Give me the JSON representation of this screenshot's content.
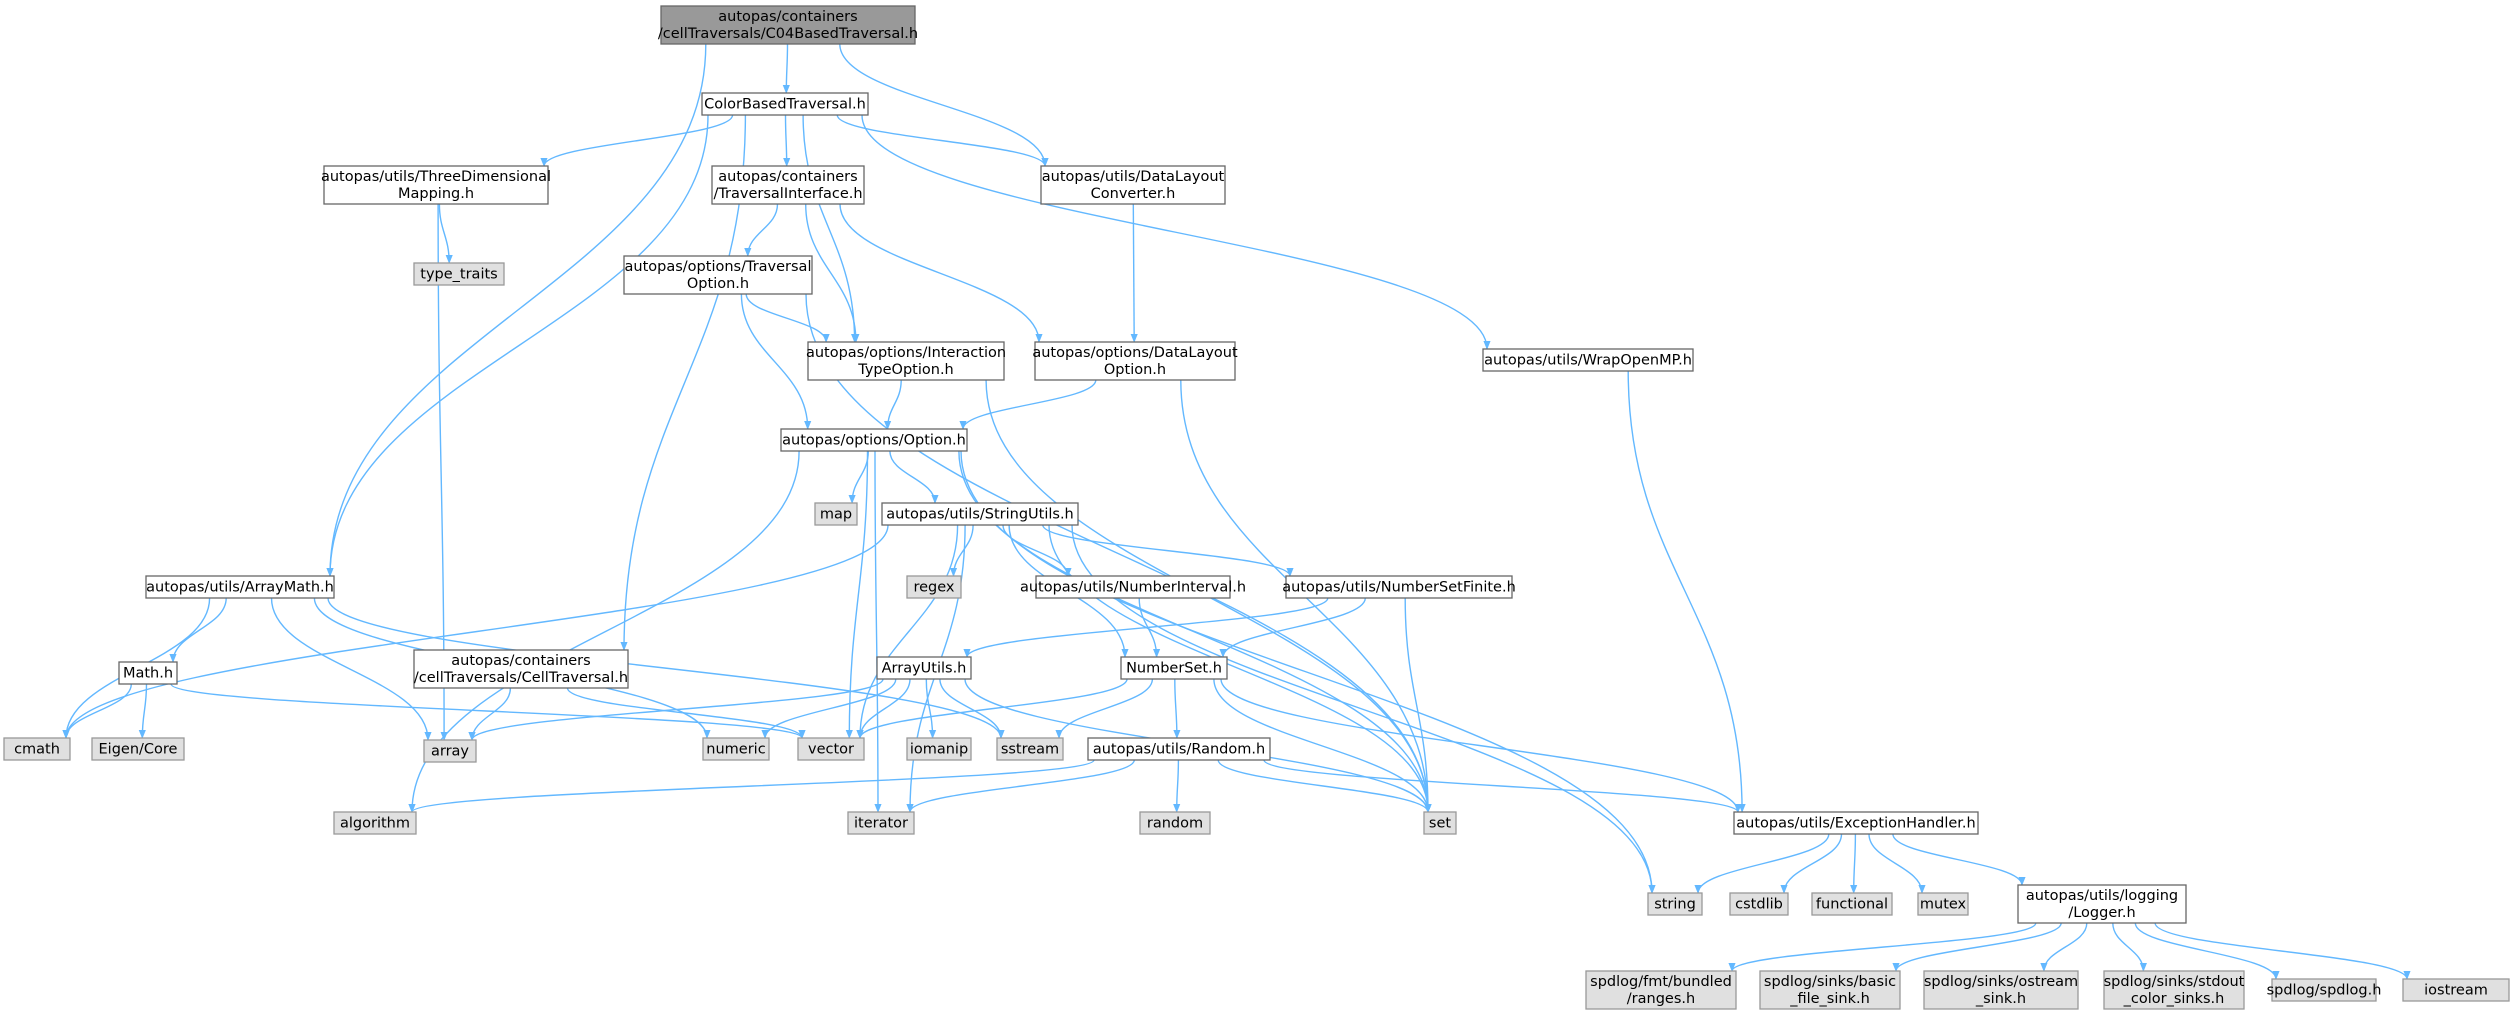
{
  "graph": {
    "nodes": [
      {
        "id": "root",
        "kind": "root",
        "lines": [
          "autopas/containers",
          "/cellTraversals/C04BasedTraversal.h"
        ]
      },
      {
        "id": "cbt",
        "kind": "file",
        "lines": [
          "ColorBasedTraversal.h"
        ]
      },
      {
        "id": "tdm",
        "kind": "file",
        "lines": [
          "autopas/utils/ThreeDimensional",
          "Mapping.h"
        ]
      },
      {
        "id": "ti",
        "kind": "file",
        "lines": [
          "autopas/containers",
          "/TraversalInterface.h"
        ]
      },
      {
        "id": "dlc",
        "kind": "file",
        "lines": [
          "autopas/utils/DataLayout",
          "Converter.h"
        ]
      },
      {
        "id": "tt",
        "kind": "sys",
        "lines": [
          "type_traits"
        ]
      },
      {
        "id": "tro",
        "kind": "file",
        "lines": [
          "autopas/options/Traversal",
          "Option.h"
        ]
      },
      {
        "id": "ito",
        "kind": "file",
        "lines": [
          "autopas/options/Interaction",
          "TypeOption.h"
        ]
      },
      {
        "id": "dlo",
        "kind": "file",
        "lines": [
          "autopas/options/DataLayout",
          "Option.h"
        ]
      },
      {
        "id": "womp",
        "kind": "file",
        "lines": [
          "autopas/utils/WrapOpenMP.h"
        ]
      },
      {
        "id": "opt",
        "kind": "file",
        "lines": [
          "autopas/options/Option.h"
        ]
      },
      {
        "id": "map",
        "kind": "sys",
        "lines": [
          "map"
        ]
      },
      {
        "id": "su",
        "kind": "file",
        "lines": [
          "autopas/utils/StringUtils.h"
        ]
      },
      {
        "id": "regex",
        "kind": "sys",
        "lines": [
          "regex"
        ]
      },
      {
        "id": "am",
        "kind": "file",
        "lines": [
          "autopas/utils/ArrayMath.h"
        ]
      },
      {
        "id": "ni",
        "kind": "file",
        "lines": [
          "autopas/utils/NumberInterval.h"
        ]
      },
      {
        "id": "nsf",
        "kind": "file",
        "lines": [
          "autopas/utils/NumberSetFinite.h"
        ]
      },
      {
        "id": "ct",
        "kind": "file",
        "lines": [
          "autopas/containers",
          "/cellTraversals/CellTraversal.h"
        ]
      },
      {
        "id": "au",
        "kind": "file",
        "lines": [
          "ArrayUtils.h"
        ]
      },
      {
        "id": "ns",
        "kind": "file",
        "lines": [
          "NumberSet.h"
        ]
      },
      {
        "id": "math",
        "kind": "file",
        "lines": [
          "Math.h"
        ]
      },
      {
        "id": "cmath",
        "kind": "sys",
        "lines": [
          "cmath"
        ]
      },
      {
        "id": "eigen",
        "kind": "sys",
        "lines": [
          "Eigen/Core"
        ]
      },
      {
        "id": "array",
        "kind": "sys",
        "lines": [
          "array"
        ]
      },
      {
        "id": "numeric",
        "kind": "sys",
        "lines": [
          "numeric"
        ]
      },
      {
        "id": "vector",
        "kind": "sys",
        "lines": [
          "vector"
        ]
      },
      {
        "id": "iomanip",
        "kind": "sys",
        "lines": [
          "iomanip"
        ]
      },
      {
        "id": "sstream",
        "kind": "sys",
        "lines": [
          "sstream"
        ]
      },
      {
        "id": "rnd",
        "kind": "file",
        "lines": [
          "autopas/utils/Random.h"
        ]
      },
      {
        "id": "algorithm",
        "kind": "sys",
        "lines": [
          "algorithm"
        ]
      },
      {
        "id": "iterator",
        "kind": "sys",
        "lines": [
          "iterator"
        ]
      },
      {
        "id": "random",
        "kind": "sys",
        "lines": [
          "random"
        ]
      },
      {
        "id": "set",
        "kind": "sys",
        "lines": [
          "set"
        ]
      },
      {
        "id": "eh",
        "kind": "file",
        "lines": [
          "autopas/utils/ExceptionHandler.h"
        ]
      },
      {
        "id": "string",
        "kind": "sys",
        "lines": [
          "string"
        ]
      },
      {
        "id": "cstdlib",
        "kind": "sys",
        "lines": [
          "cstdlib"
        ]
      },
      {
        "id": "functional",
        "kind": "sys",
        "lines": [
          "functional"
        ]
      },
      {
        "id": "mutex",
        "kind": "sys",
        "lines": [
          "mutex"
        ]
      },
      {
        "id": "log",
        "kind": "file",
        "lines": [
          "autopas/utils/logging",
          "/Logger.h"
        ]
      },
      {
        "id": "sfmt",
        "kind": "sys",
        "lines": [
          "spdlog/fmt/bundled",
          "/ranges.h"
        ]
      },
      {
        "id": "sbasic",
        "kind": "sys",
        "lines": [
          "spdlog/sinks/basic",
          "_file_sink.h"
        ]
      },
      {
        "id": "sostream",
        "kind": "sys",
        "lines": [
          "spdlog/sinks/ostream",
          "_sink.h"
        ]
      },
      {
        "id": "sstdout",
        "kind": "sys",
        "lines": [
          "spdlog/sinks/stdout",
          "_color_sinks.h"
        ]
      },
      {
        "id": "sspd",
        "kind": "sys",
        "lines": [
          "spdlog/spdlog.h"
        ]
      },
      {
        "id": "iostream",
        "kind": "sys",
        "lines": [
          "iostream"
        ]
      }
    ],
    "edges": [
      [
        "root",
        "cbt"
      ],
      [
        "root",
        "am"
      ],
      [
        "root",
        "dlc"
      ],
      [
        "cbt",
        "tdm"
      ],
      [
        "cbt",
        "ti"
      ],
      [
        "cbt",
        "dlc"
      ],
      [
        "cbt",
        "am"
      ],
      [
        "cbt",
        "ct"
      ],
      [
        "cbt",
        "ito"
      ],
      [
        "cbt",
        "womp"
      ],
      [
        "tdm",
        "tt"
      ],
      [
        "tdm",
        "array"
      ],
      [
        "ti",
        "tro"
      ],
      [
        "ti",
        "ito"
      ],
      [
        "ti",
        "dlo"
      ],
      [
        "dlc",
        "dlo"
      ],
      [
        "tro",
        "opt"
      ],
      [
        "tro",
        "ito"
      ],
      [
        "tro",
        "set"
      ],
      [
        "ito",
        "opt"
      ],
      [
        "ito",
        "set"
      ],
      [
        "dlo",
        "opt"
      ],
      [
        "dlo",
        "set"
      ],
      [
        "womp",
        "eh"
      ],
      [
        "opt",
        "map"
      ],
      [
        "opt",
        "su"
      ],
      [
        "opt",
        "algorithm"
      ],
      [
        "opt",
        "iterator"
      ],
      [
        "opt",
        "vector"
      ],
      [
        "opt",
        "set"
      ],
      [
        "opt",
        "string"
      ],
      [
        "su",
        "regex"
      ],
      [
        "su",
        "ni"
      ],
      [
        "su",
        "nsf"
      ],
      [
        "su",
        "ns"
      ],
      [
        "su",
        "vector"
      ],
      [
        "su",
        "set"
      ],
      [
        "su",
        "cmath"
      ],
      [
        "su",
        "iterator"
      ],
      [
        "su",
        "string"
      ],
      [
        "am",
        "math"
      ],
      [
        "am",
        "cmath"
      ],
      [
        "am",
        "array"
      ],
      [
        "am",
        "numeric"
      ],
      [
        "am",
        "sstream"
      ],
      [
        "math",
        "cmath"
      ],
      [
        "math",
        "eigen"
      ],
      [
        "math",
        "vector"
      ],
      [
        "ni",
        "ns"
      ],
      [
        "nsf",
        "ns"
      ],
      [
        "nsf",
        "set"
      ],
      [
        "nsf",
        "au"
      ],
      [
        "ct",
        "array"
      ],
      [
        "ct",
        "vector"
      ],
      [
        "au",
        "array"
      ],
      [
        "au",
        "numeric"
      ],
      [
        "au",
        "vector"
      ],
      [
        "au",
        "iomanip"
      ],
      [
        "au",
        "sstream"
      ],
      [
        "au",
        "set"
      ],
      [
        "ns",
        "vector"
      ],
      [
        "ns",
        "sstream"
      ],
      [
        "ns",
        "rnd"
      ],
      [
        "ns",
        "set"
      ],
      [
        "ns",
        "eh"
      ],
      [
        "rnd",
        "algorithm"
      ],
      [
        "rnd",
        "iterator"
      ],
      [
        "rnd",
        "random"
      ],
      [
        "rnd",
        "set"
      ],
      [
        "rnd",
        "eh"
      ],
      [
        "eh",
        "string"
      ],
      [
        "eh",
        "cstdlib"
      ],
      [
        "eh",
        "functional"
      ],
      [
        "eh",
        "mutex"
      ],
      [
        "eh",
        "log"
      ],
      [
        "log",
        "sfmt"
      ],
      [
        "log",
        "sbasic"
      ],
      [
        "log",
        "sostream"
      ],
      [
        "log",
        "sstdout"
      ],
      [
        "log",
        "sspd"
      ],
      [
        "log",
        "iostream"
      ]
    ]
  }
}
